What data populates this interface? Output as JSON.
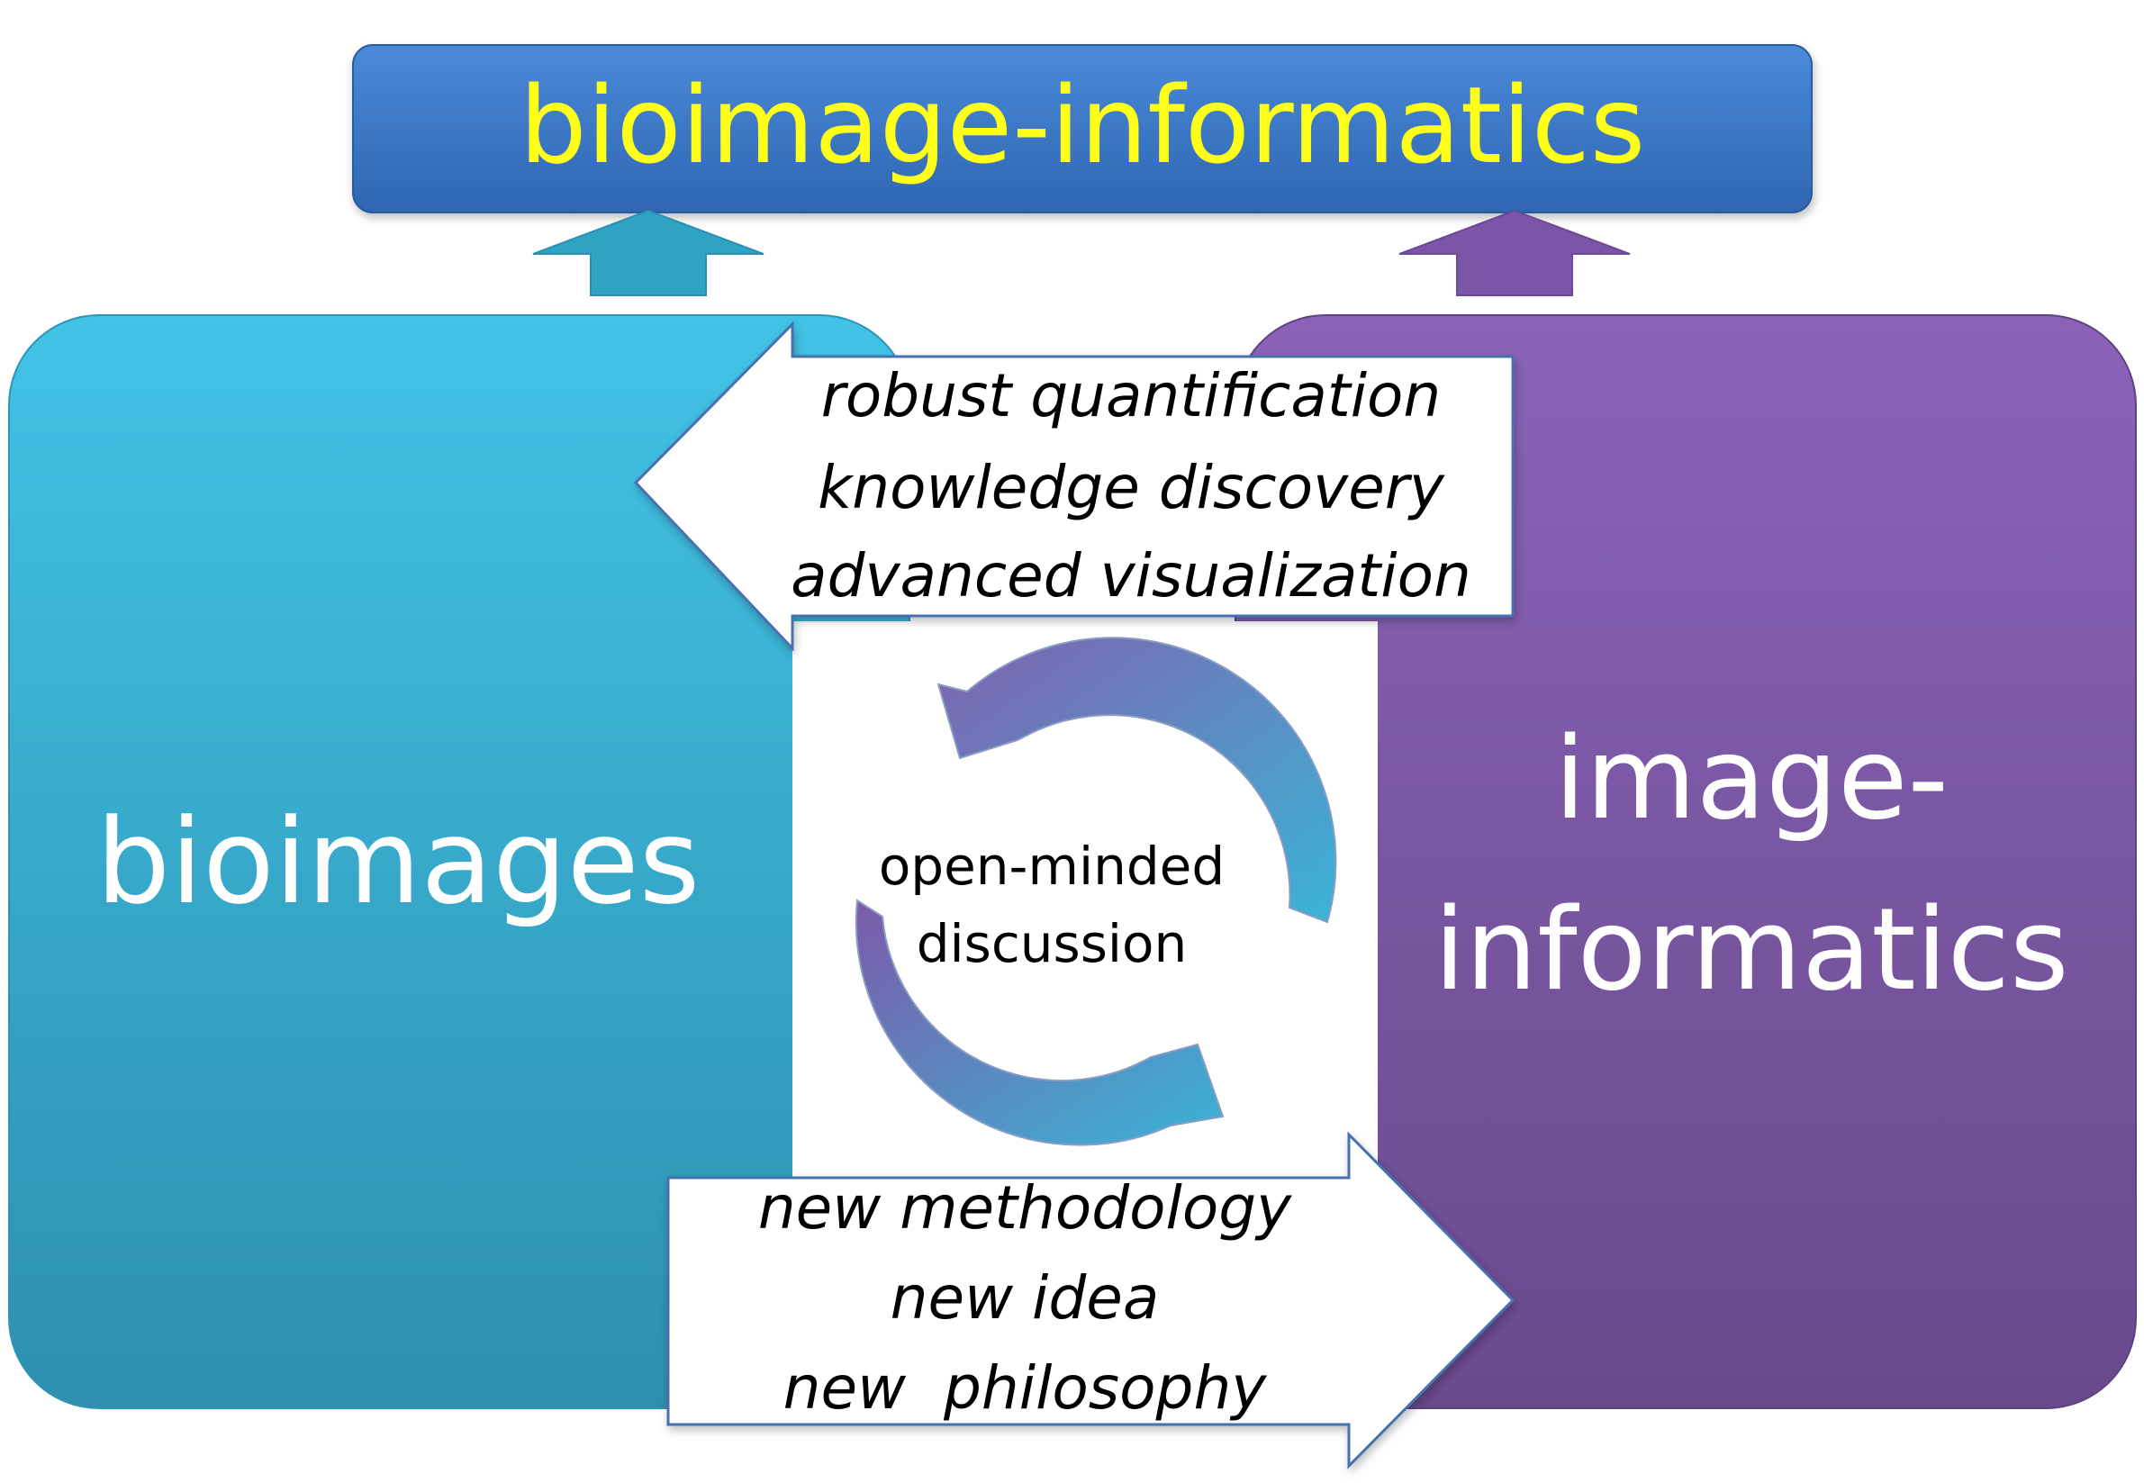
{
  "banner": {
    "text": "bioimage-informatics",
    "fill": "#3b78c9",
    "text_color": "#ffff1a"
  },
  "left_box": {
    "text": "bioimages",
    "color_top": "#41c3e6",
    "color_bottom": "#2e8fae"
  },
  "right_box": {
    "lines": [
      "image-",
      "informatics"
    ],
    "color_top": "#8a63b8",
    "color_bottom": "#684a8c"
  },
  "left_arrow": {
    "lines": [
      "robust quantification",
      "knowledge discovery",
      "advanced visualization"
    ]
  },
  "right_arrow": {
    "lines": [
      "new methodology",
      "new idea",
      "new  philosophy"
    ]
  },
  "cycle": {
    "lines": [
      "open-minded",
      "discussion"
    ]
  },
  "colors": {
    "up_arrow_left": "#2fa3c2",
    "up_arrow_right": "#7a55a8",
    "arrow_outline": "#4a70b0",
    "text_dark": "#000000"
  }
}
